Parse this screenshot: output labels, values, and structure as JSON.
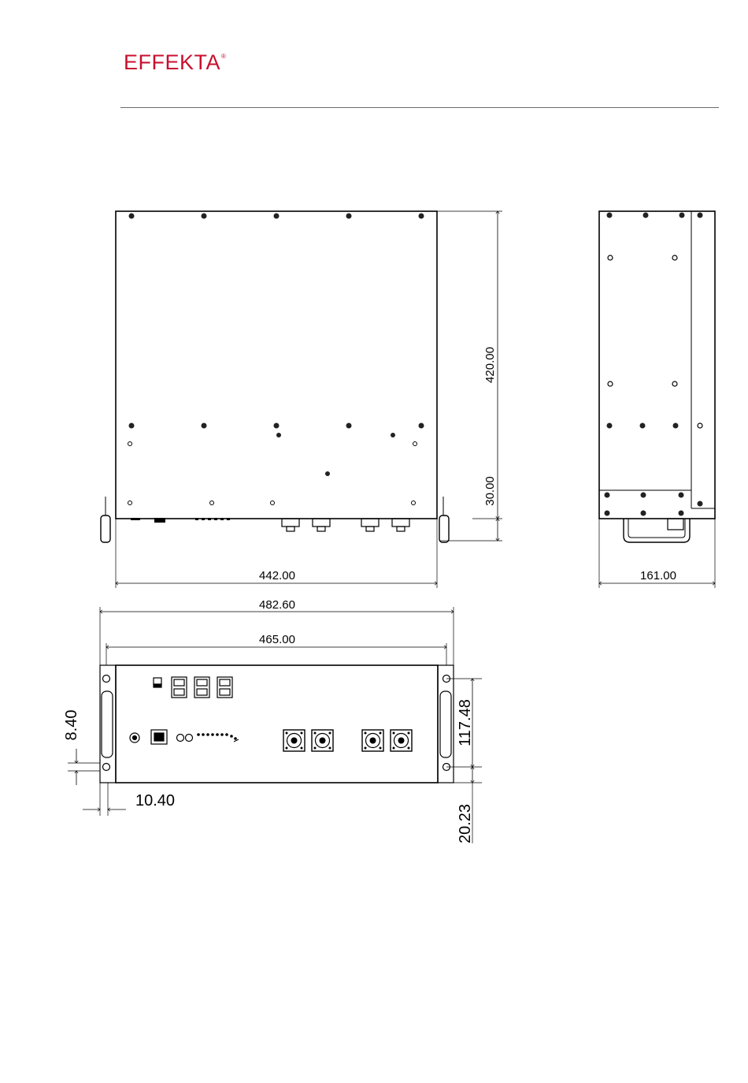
{
  "brand": {
    "name": "EFFEKTA",
    "mark": "®"
  },
  "dimensions": {
    "top_height": "420.00",
    "top_handle": "30.00",
    "top_width": "442.00",
    "side_depth": "161.00",
    "front_total": "482.60",
    "front_mount": "465.00",
    "front_height": "117.48",
    "front_hole_offset": "20.23",
    "front_ear_vertical": "8.40",
    "front_ear_horizontal": "10.40"
  }
}
